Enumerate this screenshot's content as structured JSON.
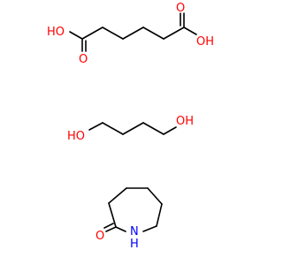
{
  "colors": {
    "background": "#ffffff",
    "bond": "#000000",
    "oxygen": "#ff0000",
    "nitrogen": "#0000ff"
  },
  "molecules": [
    {
      "atoms": [
        {
          "label": "HO",
          "element": "O"
        },
        {
          "label": "O",
          "element": "O"
        },
        {
          "label": "O",
          "element": "O"
        },
        {
          "label": "OH",
          "element": "O"
        }
      ]
    },
    {
      "atoms": [
        {
          "label": "HO",
          "element": "O"
        },
        {
          "label": "OH",
          "element": "O"
        }
      ]
    },
    {
      "atoms": [
        {
          "label": "O",
          "element": "O"
        },
        {
          "label": "N",
          "element": "N"
        },
        {
          "label": "H",
          "element": "N"
        }
      ]
    }
  ]
}
